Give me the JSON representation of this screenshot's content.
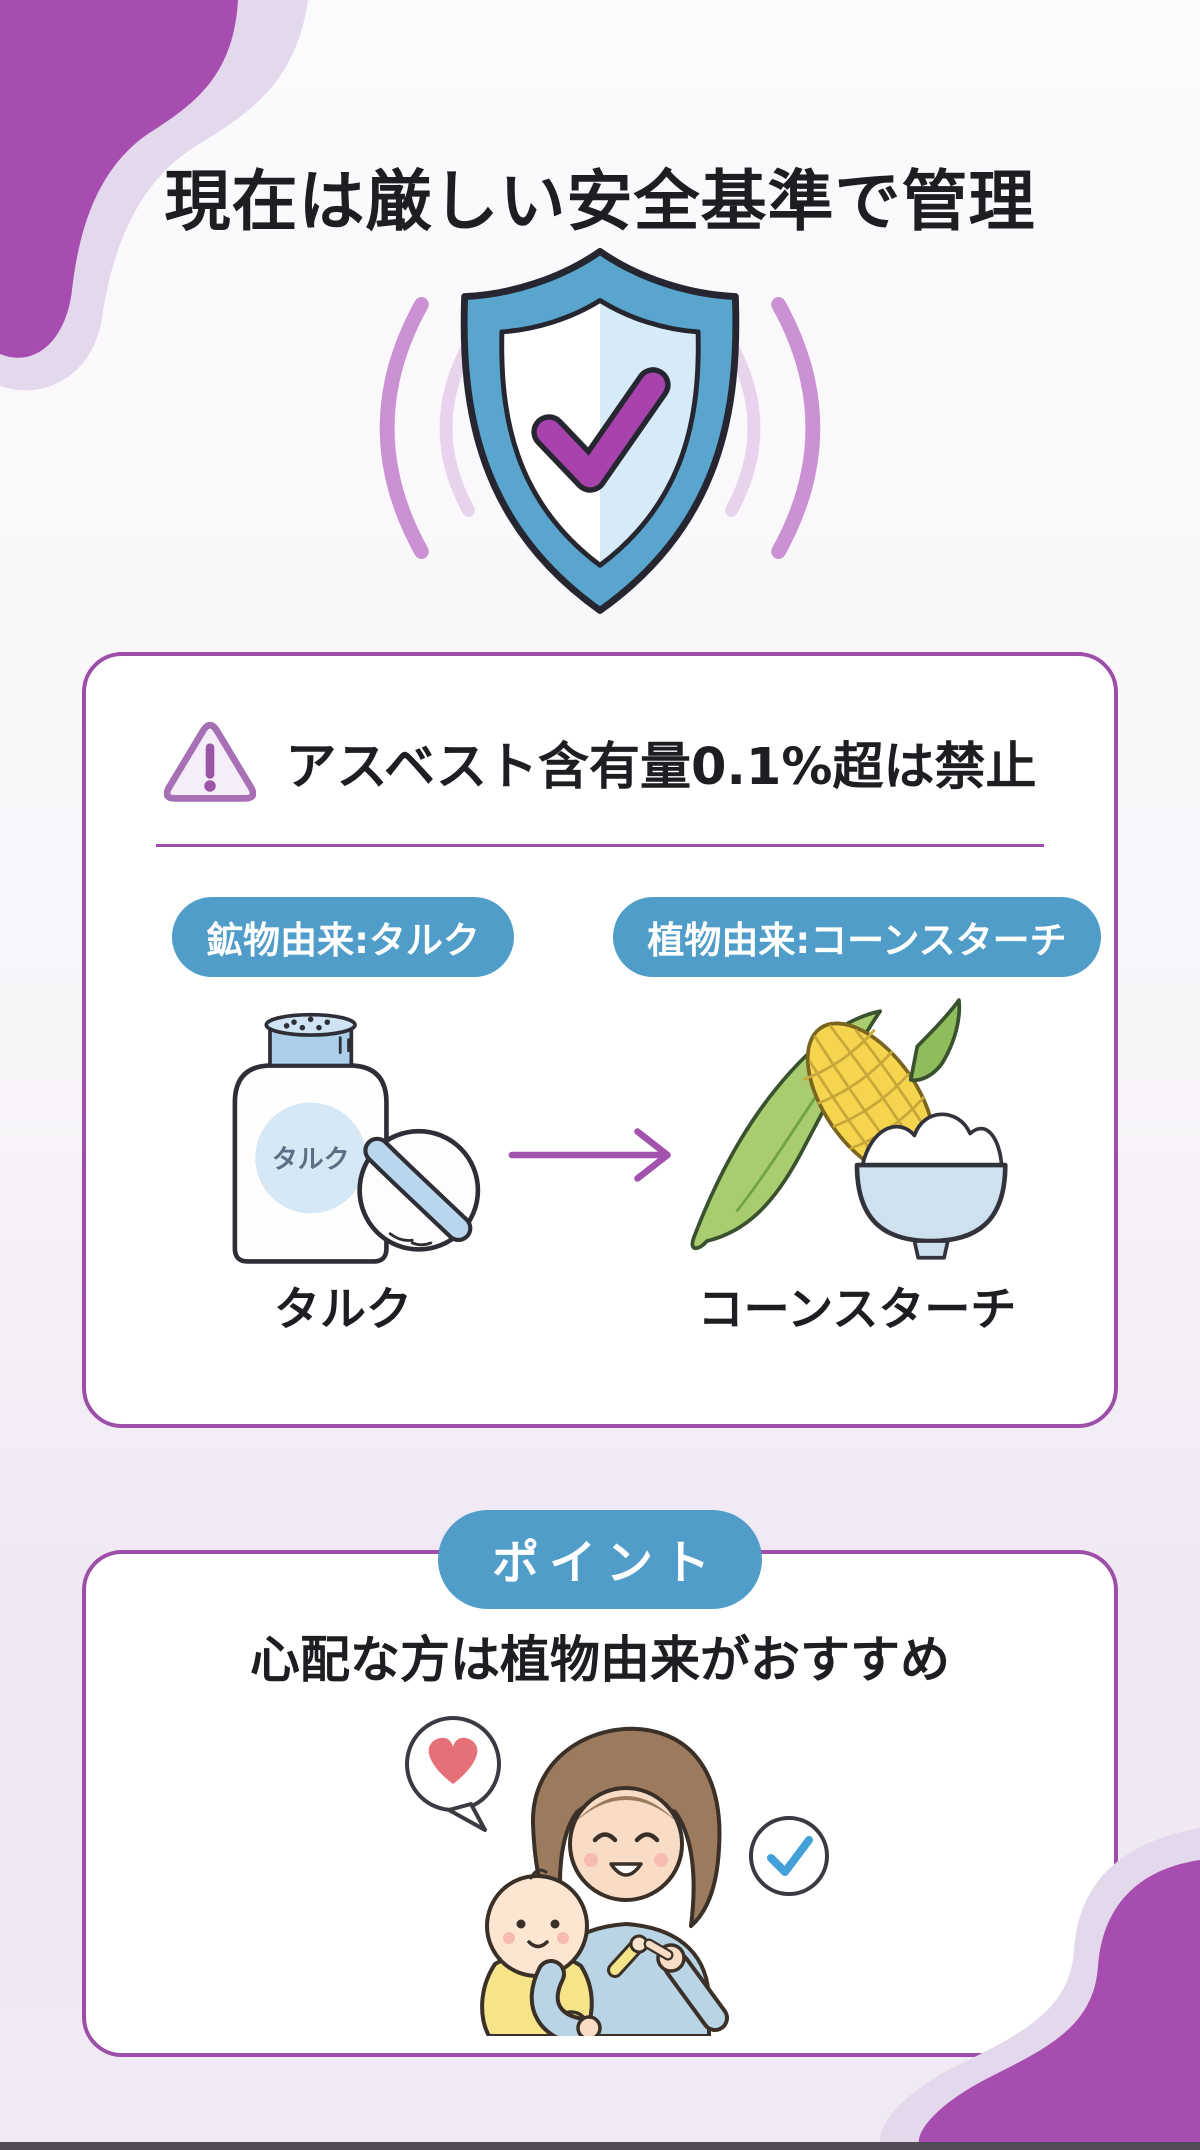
{
  "page": {
    "title": "現在は厳しい安全基準で管理",
    "background_top_color": "#fbfafc",
    "background_bottom_color": "#f1eaf5",
    "accent_purple": "#9c4fa8",
    "decor": {
      "top_left_blob": "corner-blob",
      "bottom_right_blob": "corner-blob",
      "blob_color": "#a74db0",
      "blob_shadow_color": "#e4d8ec"
    }
  },
  "hero": {
    "icon": "shield-check-icon",
    "shield_color": "#5aa5ce",
    "shield_inner_tint": "#d7eaf7",
    "check_color": "#a843ae",
    "wave_color": "#cb92d3"
  },
  "safety_card": {
    "warning_icon": "warning-triangle-icon",
    "warning_icon_color": "#a76fb4",
    "warning_text": "アスベスト含有量0.1%超は禁止",
    "badge_color": "#4f9dc8",
    "arrow_icon": "right-arrow-icon",
    "arrow_color": "#a352ae",
    "items": [
      {
        "badge": "鉱物由来:タルク",
        "illustration": "talc-bottle-and-powder-puff",
        "bottle_text": "タルク",
        "label": "タルク"
      },
      {
        "badge": "植物由来:コーンスターチ",
        "illustration": "corn-cob-and-starch-bowl",
        "label": "コーンスターチ"
      }
    ]
  },
  "point_card": {
    "badge": "ポイント",
    "badge_color": "#4f9dc8",
    "text": "心配な方は植物由来がおすすめ",
    "illustration": "mother-holding-baby",
    "heart_color": "#e5707a",
    "check_color": "#43a0d9"
  }
}
